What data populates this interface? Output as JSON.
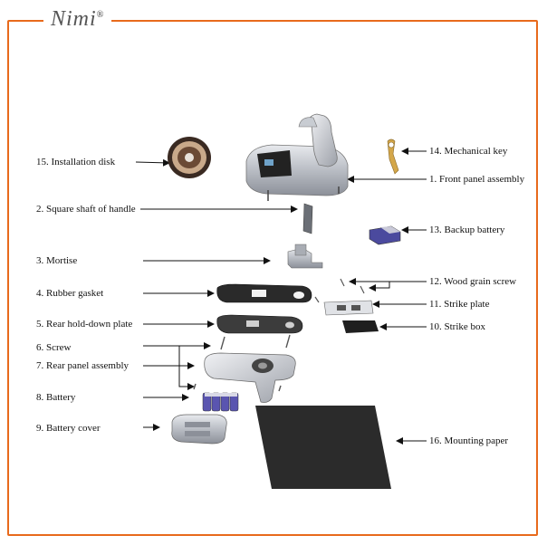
{
  "brand": {
    "name": "Nimi",
    "mark": "®"
  },
  "parts": [
    {
      "id": "15",
      "label": "15. Installation disk"
    },
    {
      "id": "2",
      "label": "2. Square shaft of handle"
    },
    {
      "id": "3",
      "label": "3. Mortise"
    },
    {
      "id": "4",
      "label": "4. Rubber gasket"
    },
    {
      "id": "5",
      "label": "5. Rear hold-down plate"
    },
    {
      "id": "6",
      "label": "6. Screw"
    },
    {
      "id": "7",
      "label": "7. Rear panel assembly"
    },
    {
      "id": "8",
      "label": "8. Battery"
    },
    {
      "id": "9",
      "label": "9. Battery cover"
    },
    {
      "id": "14",
      "label": "14. Mechanical key"
    },
    {
      "id": "1",
      "label": "1. Front panel assembly"
    },
    {
      "id": "13",
      "label": "13. Backup battery"
    },
    {
      "id": "12",
      "label": "12. Wood grain screw"
    },
    {
      "id": "11",
      "label": "11. Strike plate"
    },
    {
      "id": "10",
      "label": "10. Strike box"
    },
    {
      "id": "16",
      "label": "16. Mounting paper"
    }
  ],
  "colors": {
    "border": "#e86a1c",
    "text": "#111111"
  }
}
